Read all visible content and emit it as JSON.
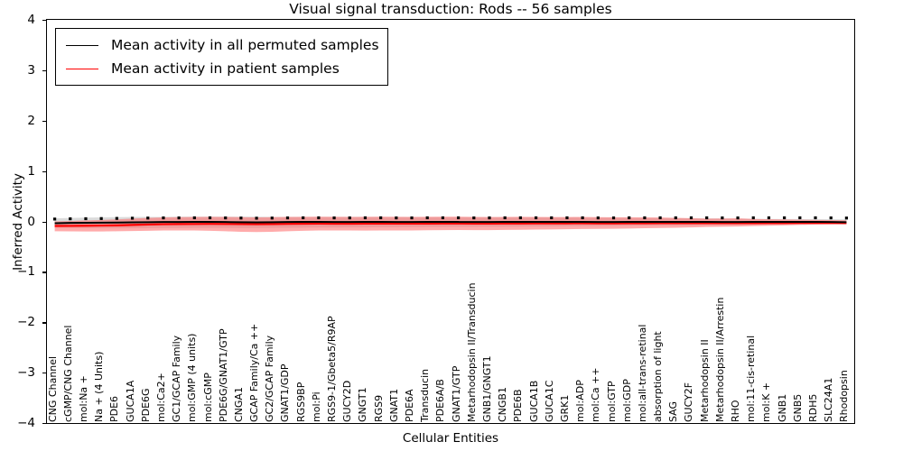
{
  "chart_data": {
    "type": "line",
    "title": "Visual signal transduction: Rods -- 56 samples",
    "xlabel": "Cellular Entities",
    "ylabel": "Inferred Activity",
    "ylim": [
      -4,
      4
    ],
    "yticks": [
      4,
      3,
      2,
      1,
      0,
      -1,
      -2,
      -3,
      -4
    ],
    "ytick_labels": [
      "4",
      "3",
      "2",
      "1",
      "0",
      "−1",
      "−2",
      "−3",
      "−4"
    ],
    "grid": false,
    "legend_position": "upper left",
    "n_samples": 56,
    "colors": {
      "permuted_line": "#000000",
      "patient_line": "#ff0000",
      "permuted_band": "#999999",
      "patient_band": "#ff6666",
      "axis": "#000000",
      "background": "#ffffff"
    },
    "legend": [
      {
        "label": "Mean activity in all permuted samples",
        "color": "#000000"
      },
      {
        "label": "Mean activity in patient samples",
        "color": "#ff0000"
      }
    ],
    "categories": [
      "CNG Channel",
      "cGMP/CNG Channel",
      "mol:Na +",
      "Na + (4 Units)",
      "PDE6",
      "GUCA1A",
      "PDE6G",
      "mol:Ca2+",
      "GC1/GCAP Family",
      "mol:GMP (4 units)",
      "mol:cGMP",
      "PDE6G/GNAT1/GTP",
      "CNGA1",
      "GCAP Family/Ca ++",
      "GC2/GCAP Family",
      "GNAT1/GDP",
      "RGS9BP",
      "mol:Pi",
      "RGS9-1/Gbeta5/R9AP",
      "GUCY2D",
      "GNGT1",
      "RGS9",
      "GNAT1",
      "PDE6A",
      "Transducin",
      "PDE6A/B",
      "GNAT1/GTP",
      "Metarhodopsin II/Transducin",
      "GNB1/GNGT1",
      "CNGB1",
      "PDE6B",
      "GUCA1B",
      "GUCA1C",
      "GRK1",
      "mol:ADP",
      "mol:Ca ++",
      "mol:GTP",
      "mol:GDP",
      "mol:all-trans-retinal",
      "absorption of light",
      "SAG",
      "GUCY2F",
      "Metarhodopsin II",
      "Metarhodopsin II/Arrestin",
      "RHO",
      "mol:11-cis-retinal",
      "mol:K +",
      "GNB1",
      "GNB5",
      "RDH5",
      "SLC24A1",
      "Rhodopsin"
    ],
    "series": [
      {
        "name": "Mean activity in all permuted samples",
        "color": "#000000",
        "marker": "dot",
        "values": [
          -0.035,
          -0.03,
          -0.028,
          -0.025,
          -0.022,
          -0.018,
          -0.015,
          -0.012,
          -0.012,
          -0.01,
          -0.01,
          -0.012,
          -0.015,
          -0.018,
          -0.015,
          -0.012,
          -0.01,
          -0.01,
          -0.012,
          -0.012,
          -0.01,
          -0.01,
          -0.012,
          -0.012,
          -0.01,
          -0.01,
          -0.01,
          -0.012,
          -0.012,
          -0.01,
          -0.01,
          -0.01,
          -0.01,
          -0.01,
          -0.01,
          -0.012,
          -0.012,
          -0.01,
          -0.01,
          -0.01,
          -0.01,
          -0.01,
          -0.01,
          -0.012,
          -0.012,
          -0.01,
          -0.01,
          -0.01,
          -0.01,
          -0.01,
          -0.012,
          -0.015
        ],
        "band_upper": [
          0.06,
          0.07,
          0.075,
          0.08,
          0.085,
          0.09,
          0.09,
          0.09,
          0.095,
          0.095,
          0.095,
          0.095,
          0.095,
          0.095,
          0.09,
          0.09,
          0.09,
          0.09,
          0.09,
          0.09,
          0.09,
          0.088,
          0.088,
          0.088,
          0.085,
          0.085,
          0.085,
          0.085,
          0.085,
          0.082,
          0.082,
          0.08,
          0.08,
          0.078,
          0.078,
          0.075,
          0.075,
          0.072,
          0.07,
          0.068,
          0.065,
          0.062,
          0.06,
          0.058,
          0.055,
          0.052,
          0.05,
          0.048,
          0.046,
          0.044,
          0.042,
          0.04
        ],
        "band_lower": [
          -0.125,
          -0.13,
          -0.132,
          -0.135,
          -0.135,
          -0.135,
          -0.132,
          -0.13,
          -0.13,
          -0.128,
          -0.128,
          -0.128,
          -0.13,
          -0.13,
          -0.128,
          -0.125,
          -0.122,
          -0.12,
          -0.12,
          -0.118,
          -0.118,
          -0.115,
          -0.115,
          -0.112,
          -0.11,
          -0.11,
          -0.108,
          -0.108,
          -0.105,
          -0.105,
          -0.102,
          -0.1,
          -0.098,
          -0.095,
          -0.092,
          -0.09,
          -0.088,
          -0.085,
          -0.082,
          -0.08,
          -0.078,
          -0.075,
          -0.072,
          -0.07,
          -0.068,
          -0.065,
          -0.062,
          -0.06,
          -0.058,
          -0.055,
          -0.052,
          -0.05
        ]
      },
      {
        "name": "Mean activity in patient samples",
        "color": "#ff0000",
        "marker": "none",
        "values": [
          -0.09,
          -0.088,
          -0.085,
          -0.082,
          -0.078,
          -0.07,
          -0.062,
          -0.055,
          -0.052,
          -0.05,
          -0.048,
          -0.05,
          -0.052,
          -0.055,
          -0.052,
          -0.048,
          -0.045,
          -0.044,
          -0.045,
          -0.045,
          -0.043,
          -0.042,
          -0.043,
          -0.043,
          -0.042,
          -0.04,
          -0.04,
          -0.042,
          -0.042,
          -0.04,
          -0.04,
          -0.038,
          -0.038,
          -0.038,
          -0.036,
          -0.038,
          -0.038,
          -0.036,
          -0.036,
          -0.034,
          -0.034,
          -0.033,
          -0.033,
          -0.035,
          -0.035,
          -0.033,
          -0.032,
          -0.032,
          -0.03,
          -0.03,
          -0.032,
          -0.034
        ],
        "band_upper": [
          0.0,
          0.01,
          0.02,
          0.03,
          0.04,
          0.055,
          0.07,
          0.08,
          0.085,
          0.09,
          0.092,
          0.09,
          0.085,
          0.08,
          0.085,
          0.09,
          0.092,
          0.095,
          0.092,
          0.09,
          0.092,
          0.095,
          0.092,
          0.09,
          0.092,
          0.095,
          0.095,
          0.09,
          0.088,
          0.09,
          0.092,
          0.09,
          0.088,
          0.088,
          0.09,
          0.086,
          0.082,
          0.082,
          0.08,
          0.078,
          0.072,
          0.065,
          0.055,
          0.058,
          0.062,
          0.05,
          0.042,
          0.038,
          0.034,
          0.03,
          0.026,
          0.022
        ],
        "band_lower": [
          -0.195,
          -0.198,
          -0.2,
          -0.2,
          -0.195,
          -0.19,
          -0.185,
          -0.18,
          -0.178,
          -0.18,
          -0.185,
          -0.195,
          -0.205,
          -0.21,
          -0.205,
          -0.195,
          -0.185,
          -0.18,
          -0.178,
          -0.18,
          -0.182,
          -0.18,
          -0.178,
          -0.178,
          -0.175,
          -0.172,
          -0.17,
          -0.172,
          -0.172,
          -0.168,
          -0.165,
          -0.162,
          -0.158,
          -0.155,
          -0.15,
          -0.148,
          -0.145,
          -0.14,
          -0.135,
          -0.13,
          -0.125,
          -0.118,
          -0.11,
          -0.105,
          -0.1,
          -0.092,
          -0.085,
          -0.078,
          -0.07,
          -0.062,
          -0.055,
          -0.048
        ]
      }
    ]
  }
}
